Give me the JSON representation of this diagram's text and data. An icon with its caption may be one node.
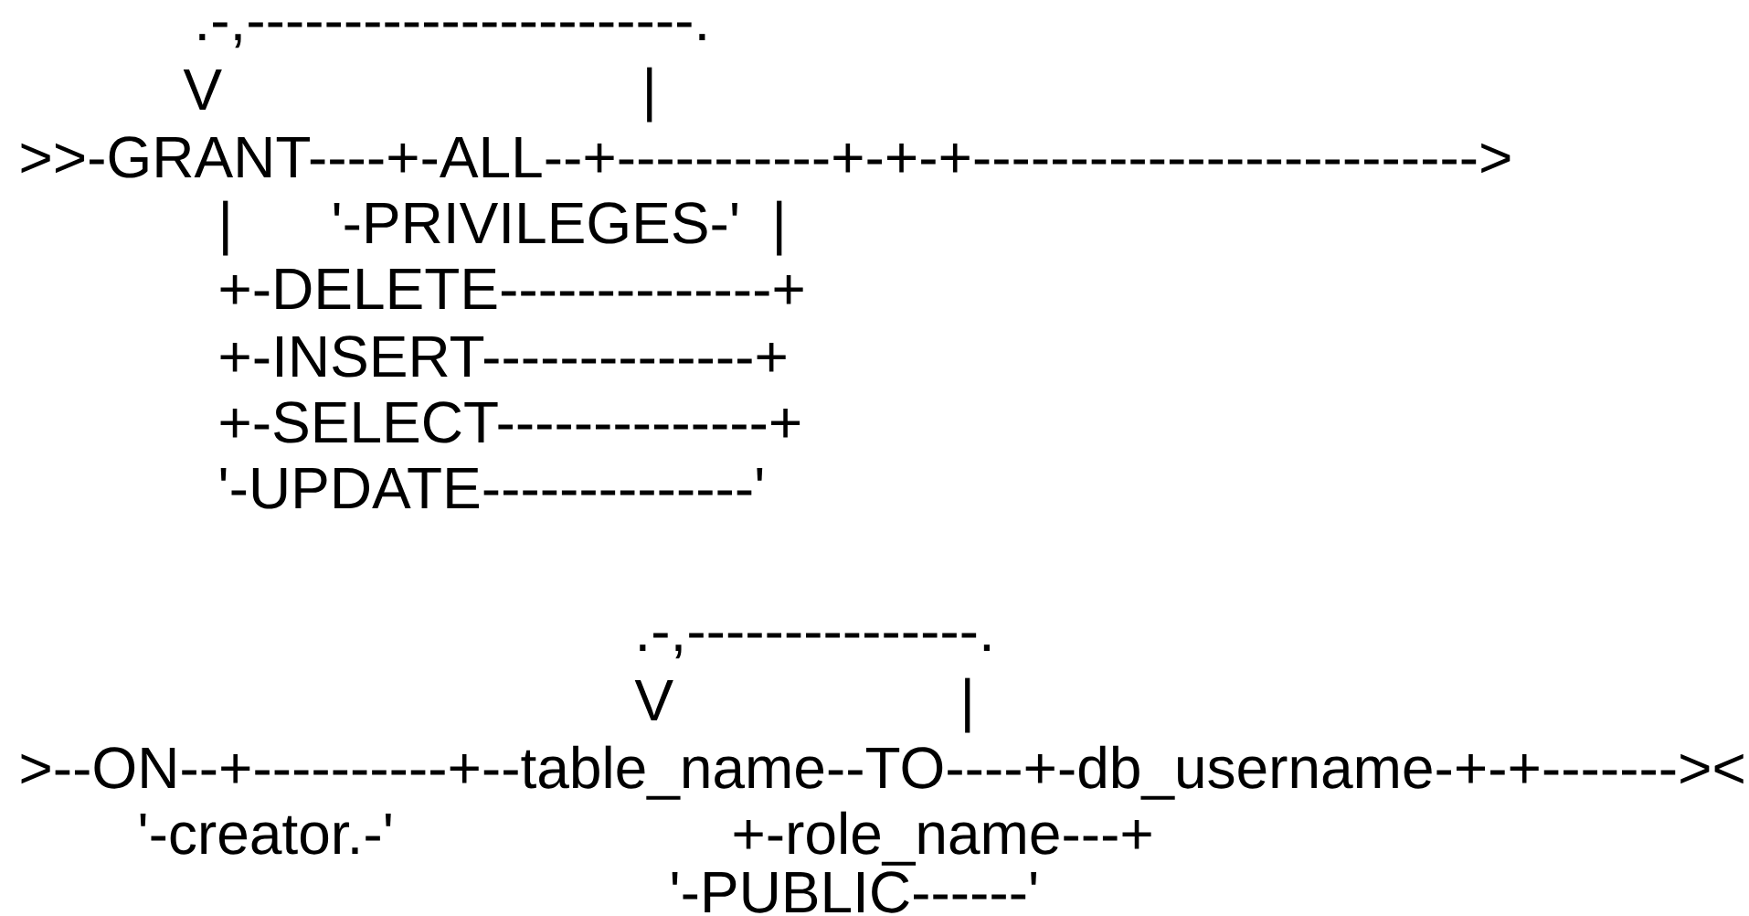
{
  "diagram": {
    "labels": [
      ".-,-----------------------.",
      "V",
      "|",
      ">>-GRANT----+-ALL--+-----------+-+-+-------------------------->",
      "|",
      "'-PRIVILEGES-'",
      "|",
      "+-DELETE--------------+",
      "+-INSERT--------------+",
      "+-SELECT--------------+",
      "'-UPDATE--------------'",
      ".-,---------------.",
      "V",
      "|",
      ">--ON--+----------+--table_name--TO----+-db_username-+-+-------><",
      "'-creator.-'",
      "+-role_name---+",
      "'-PUBLIC------'"
    ]
  }
}
